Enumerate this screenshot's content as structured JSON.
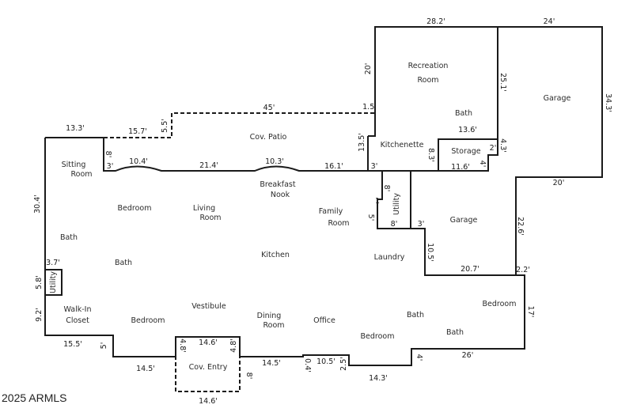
{
  "copyright": "2025 ARMLS",
  "rooms": {
    "recreation_1": "Recreation",
    "recreation_2": "Room",
    "garage_upper": "Garage",
    "bath_rec": "Bath",
    "kitchenette": "Kitchenette",
    "storage": "Storage",
    "cov_patio": "Cov. Patio",
    "sitting_1": "Sitting",
    "sitting_2": "Room",
    "breakfast_1": "Breakfast",
    "breakfast_2": "Nook",
    "bedroom_nw": "Bedroom",
    "living_1": "Living",
    "living_2": "Room",
    "family_1": "Family",
    "family_2": "Room",
    "utility_center": "Utility",
    "garage_lower": "Garage",
    "bath_w1": "Bath",
    "bath_w2": "Bath",
    "kitchen": "Kitchen",
    "laundry": "Laundry",
    "utility_west": "Utility",
    "walkin_1": "Walk-In",
    "walkin_2": "Closet",
    "bedroom_sw": "Bedroom",
    "vestibule": "Vestibule",
    "dining_1": "Dining",
    "dining_2": "Room",
    "office": "Office",
    "bedroom_s": "Bedroom",
    "bath_s1": "Bath",
    "bath_s2": "Bath",
    "bedroom_e": "Bedroom",
    "cov_entry": "Cov. Entry"
  },
  "dimensions": {
    "d_28_2": "28.2'",
    "d_24": "24'",
    "d_20_rec": "20'",
    "d_25_1": "25.1'",
    "d_34_3": "34.3'",
    "d_45": "45'",
    "d_1_5": "1.5'",
    "d_13_5": "13.5'",
    "d_13_6": "13.6'",
    "d_4_3": "4.3'",
    "d_2": "2'",
    "d_4_st": "4'",
    "d_8_3": "8.3'",
    "d_11_6": "11.6'",
    "d_3_k": "3'",
    "d_20_g": "20'",
    "d_13_3": "13.3'",
    "d_15_7": "15.7'",
    "d_5_5": "5.5'",
    "d_8_s": "8'",
    "d_3_s": "3'",
    "d_10_4": "10.4'",
    "d_21_4": "21.4'",
    "d_10_3": "10.3'",
    "d_16_1": "16.1'",
    "d_8_u": "8'",
    "d_1_u": "1",
    "d_5_u": "5'",
    "d_8_ub": "8'",
    "d_3_u": "3'",
    "d_22_6": "22.6'",
    "d_10_5": "10.5'",
    "d_20_7": "20.7'",
    "d_2_2": "2.2'",
    "d_30_4": "30.4'",
    "d_3_7": "3.7'",
    "d_5_8": "5.8'",
    "d_9_2": "9.2'",
    "d_17": "17'",
    "d_15_5": "15.5'",
    "d_5_b": "5'",
    "d_14_5a": "14.5'",
    "d_4_8a": "4.8'",
    "d_14_6a": "14.6'",
    "d_4_8b": "4.8'",
    "d_8_e": "8'",
    "d_14_6b": "14.6'",
    "d_14_5b": "14.5'",
    "d_0_4": "0.4'",
    "d_10_5b": "10.5'",
    "d_2_5": "2.5'",
    "d_14_3": "14.3'",
    "d_4_b": "4'",
    "d_26": "26'"
  }
}
